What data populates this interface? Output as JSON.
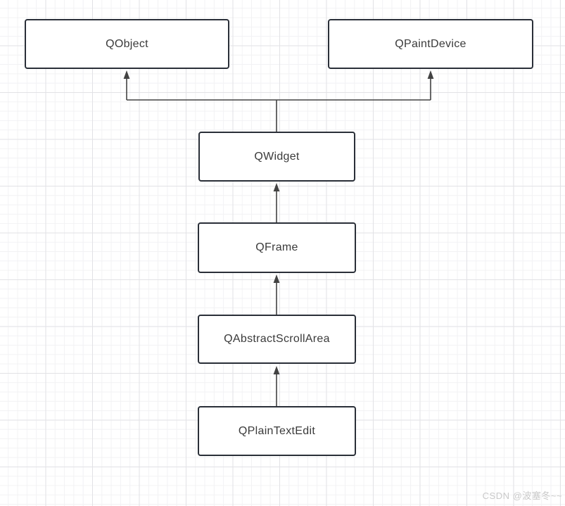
{
  "diagram": {
    "kind": "class-inheritance-diagram",
    "nodes": [
      {
        "id": "qobject",
        "label": "QObject"
      },
      {
        "id": "qpaintdevice",
        "label": "QPaintDevice"
      },
      {
        "id": "qwidget",
        "label": "QWidget"
      },
      {
        "id": "qframe",
        "label": "QFrame"
      },
      {
        "id": "qabstractscrollarea",
        "label": "QAbstractScrollArea"
      },
      {
        "id": "qplaintextedit",
        "label": "QPlainTextEdit"
      }
    ],
    "edges": [
      {
        "from": "qwidget",
        "to": "qobject",
        "type": "inherits"
      },
      {
        "from": "qwidget",
        "to": "qpaintdevice",
        "type": "inherits"
      },
      {
        "from": "qframe",
        "to": "qwidget",
        "type": "inherits"
      },
      {
        "from": "qabstractscrollarea",
        "to": "qframe",
        "type": "inherits"
      },
      {
        "from": "qplaintextedit",
        "to": "qabstractscrollarea",
        "type": "inherits"
      }
    ]
  },
  "watermark": {
    "text": "CSDN @波塞冬~~"
  },
  "colors": {
    "node_border": "#2a2f38",
    "node_fill": "#ffffff",
    "node_text": "#3a3a3a",
    "connector": "#424242",
    "grid_minor": "#f2f2f4",
    "grid_major": "#e2e2e6",
    "watermark_text": "#c9c9c9"
  }
}
